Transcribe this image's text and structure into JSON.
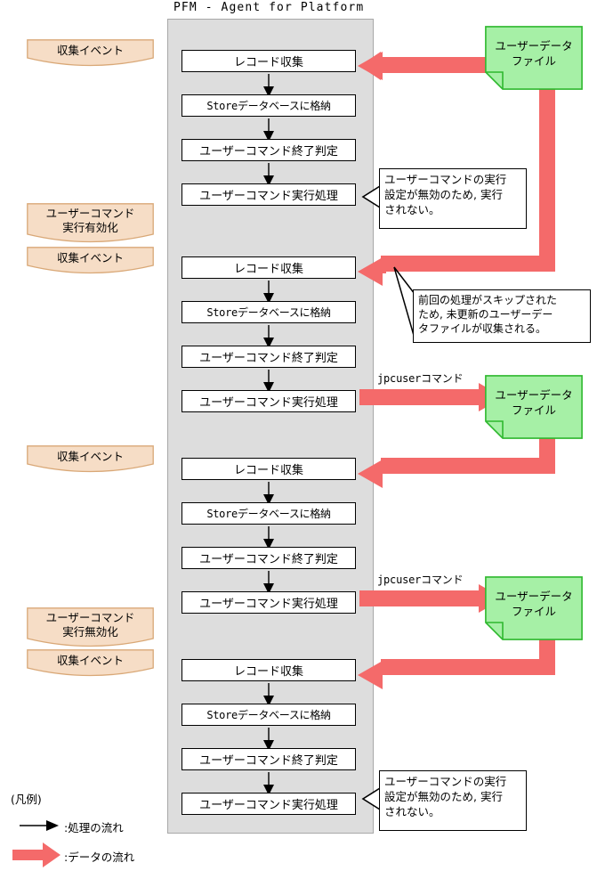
{
  "title": "PFM - Agent for Platform",
  "colors": {
    "container_fill": "#dddddd",
    "container_border": "#a8a8a8",
    "process_fill": "#ffffff",
    "process_border": "#000000",
    "banner_fill": "#f6ddc6",
    "banner_border": "#d9a877",
    "file_fill": "#a6f0a6",
    "file_border": "#2eb82e",
    "data_arrow": "#f46a6a",
    "text": "#000000"
  },
  "process_steps": {
    "collect": "レコード収集",
    "store": "Storeデータベースに格納",
    "judge": "ユーザーコマンド終了判定",
    "execute": "ユーザーコマンド実行処理"
  },
  "cycles": [
    {
      "id": "cycle-1",
      "steps": [
        "レコード収集",
        "Storeデータベースに格納",
        "ユーザーコマンド終了判定",
        "ユーザーコマンド実行処理"
      ]
    },
    {
      "id": "cycle-2",
      "steps": [
        "レコード収集",
        "Storeデータベースに格納",
        "ユーザーコマンド終了判定",
        "ユーザーコマンド実行処理"
      ]
    },
    {
      "id": "cycle-3",
      "steps": [
        "レコード収集",
        "Storeデータベースに格納",
        "ユーザーコマンド終了判定",
        "ユーザーコマンド実行処理"
      ]
    },
    {
      "id": "cycle-4",
      "steps": [
        "レコード収集",
        "Storeデータベースに格納",
        "ユーザーコマンド終了判定",
        "ユーザーコマンド実行処理"
      ]
    }
  ],
  "banners": [
    {
      "id": "banner-1",
      "label": "収集イベント"
    },
    {
      "id": "banner-2",
      "line1": "ユーザーコマンド",
      "line2": "実行有効化"
    },
    {
      "id": "banner-3",
      "label": "収集イベント"
    },
    {
      "id": "banner-4",
      "label": "収集イベント"
    },
    {
      "id": "banner-5",
      "line1": "ユーザーコマンド",
      "line2": "実行無効化"
    },
    {
      "id": "banner-6",
      "label": "収集イベント"
    }
  ],
  "data_files": [
    {
      "id": "file-1",
      "line1": "ユーザーデータ",
      "line2": "ファイル"
    },
    {
      "id": "file-2",
      "line1": "ユーザーデータ",
      "line2": "ファイル"
    },
    {
      "id": "file-3",
      "line1": "ユーザーデータ",
      "line2": "ファイル"
    }
  ],
  "command_labels": [
    {
      "id": "cmd-1",
      "text": "jpcuserコマンド"
    },
    {
      "id": "cmd-2",
      "text": "jpcuserコマンド"
    }
  ],
  "notes": [
    {
      "id": "note-1",
      "line1": "ユーザーコマンドの実行",
      "line2": "設定が無効のため, 実行",
      "line3": "されない。"
    },
    {
      "id": "note-2",
      "line1": "前回の処理がスキップされた",
      "line2": "ため, 未更新のユーザーデー",
      "line3": "タファイルが収集される。"
    },
    {
      "id": "note-3",
      "line1": "ユーザーコマンドの実行",
      "line2": "設定が無効のため, 実行",
      "line3": "されない。"
    }
  ],
  "legend": {
    "title": "(凡例)",
    "items": [
      {
        "id": "legend-process-flow",
        "label": ":処理の流れ",
        "icon": "thin-arrow-icon"
      },
      {
        "id": "legend-data-flow",
        "label": ":データの流れ",
        "icon": "thick-arrow-icon"
      }
    ]
  }
}
